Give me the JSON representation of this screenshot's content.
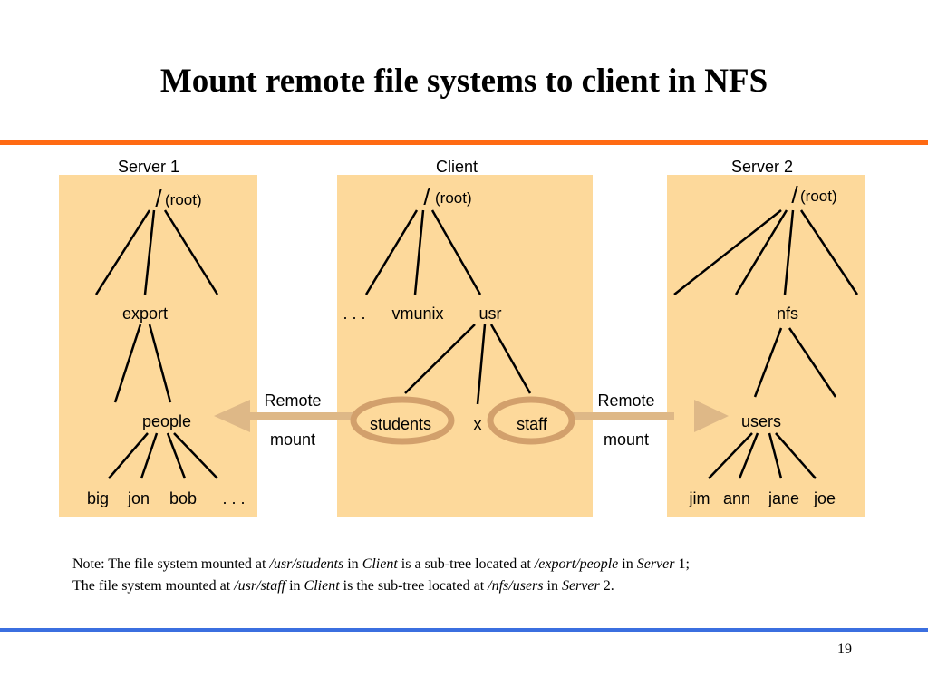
{
  "slide": {
    "title": "Mount remote file systems to client in NFS",
    "page_number": "19"
  },
  "diagram": {
    "server1": {
      "label": "Server 1",
      "root": "/",
      "root_note": "(root)",
      "export": "export",
      "people": "people",
      "big": "big",
      "jon": "jon",
      "bob": "bob",
      "more": ". . ."
    },
    "client": {
      "label": "Client",
      "root": "/",
      "root_note": "(root)",
      "more": ". . .",
      "vmunix": "vmunix",
      "usr": "usr",
      "students": "students",
      "x": "x",
      "staff": "staff"
    },
    "server2": {
      "label": "Server 2",
      "root": "/",
      "root_note": "(root)",
      "nfs": "nfs",
      "users": "users",
      "jim": "jim",
      "ann": "ann",
      "jane": "jane",
      "joe": "joe"
    },
    "left_arrow": {
      "line1": "Remote",
      "line2": "mount"
    },
    "right_arrow": {
      "line1": "Remote",
      "line2": "mount"
    },
    "colors": {
      "panel": "#fdd99b",
      "arrow": "#deb887",
      "ellipse": "#d2a06c",
      "top_rule": "#ff6a13",
      "bottom_rule": "#3b6fe0"
    }
  },
  "note": {
    "line1": {
      "t1": "Note: The file system mounted at ",
      "p1": "/usr/students",
      "t2": " in ",
      "c1": "Client",
      "t3": " is a sub-tree located at ",
      "p2": "/export/people",
      "t4": " in ",
      "s1": "Server",
      "t5": " 1;"
    },
    "line2": {
      "t1": "The file system mounted at ",
      "p1": "/usr/staff",
      "t2": " in ",
      "c1": "Client",
      "t3": " is the sub-tree located at ",
      "p2": "/nfs/users",
      "t4": " in ",
      "s1": "Server",
      "t5": " 2."
    }
  }
}
